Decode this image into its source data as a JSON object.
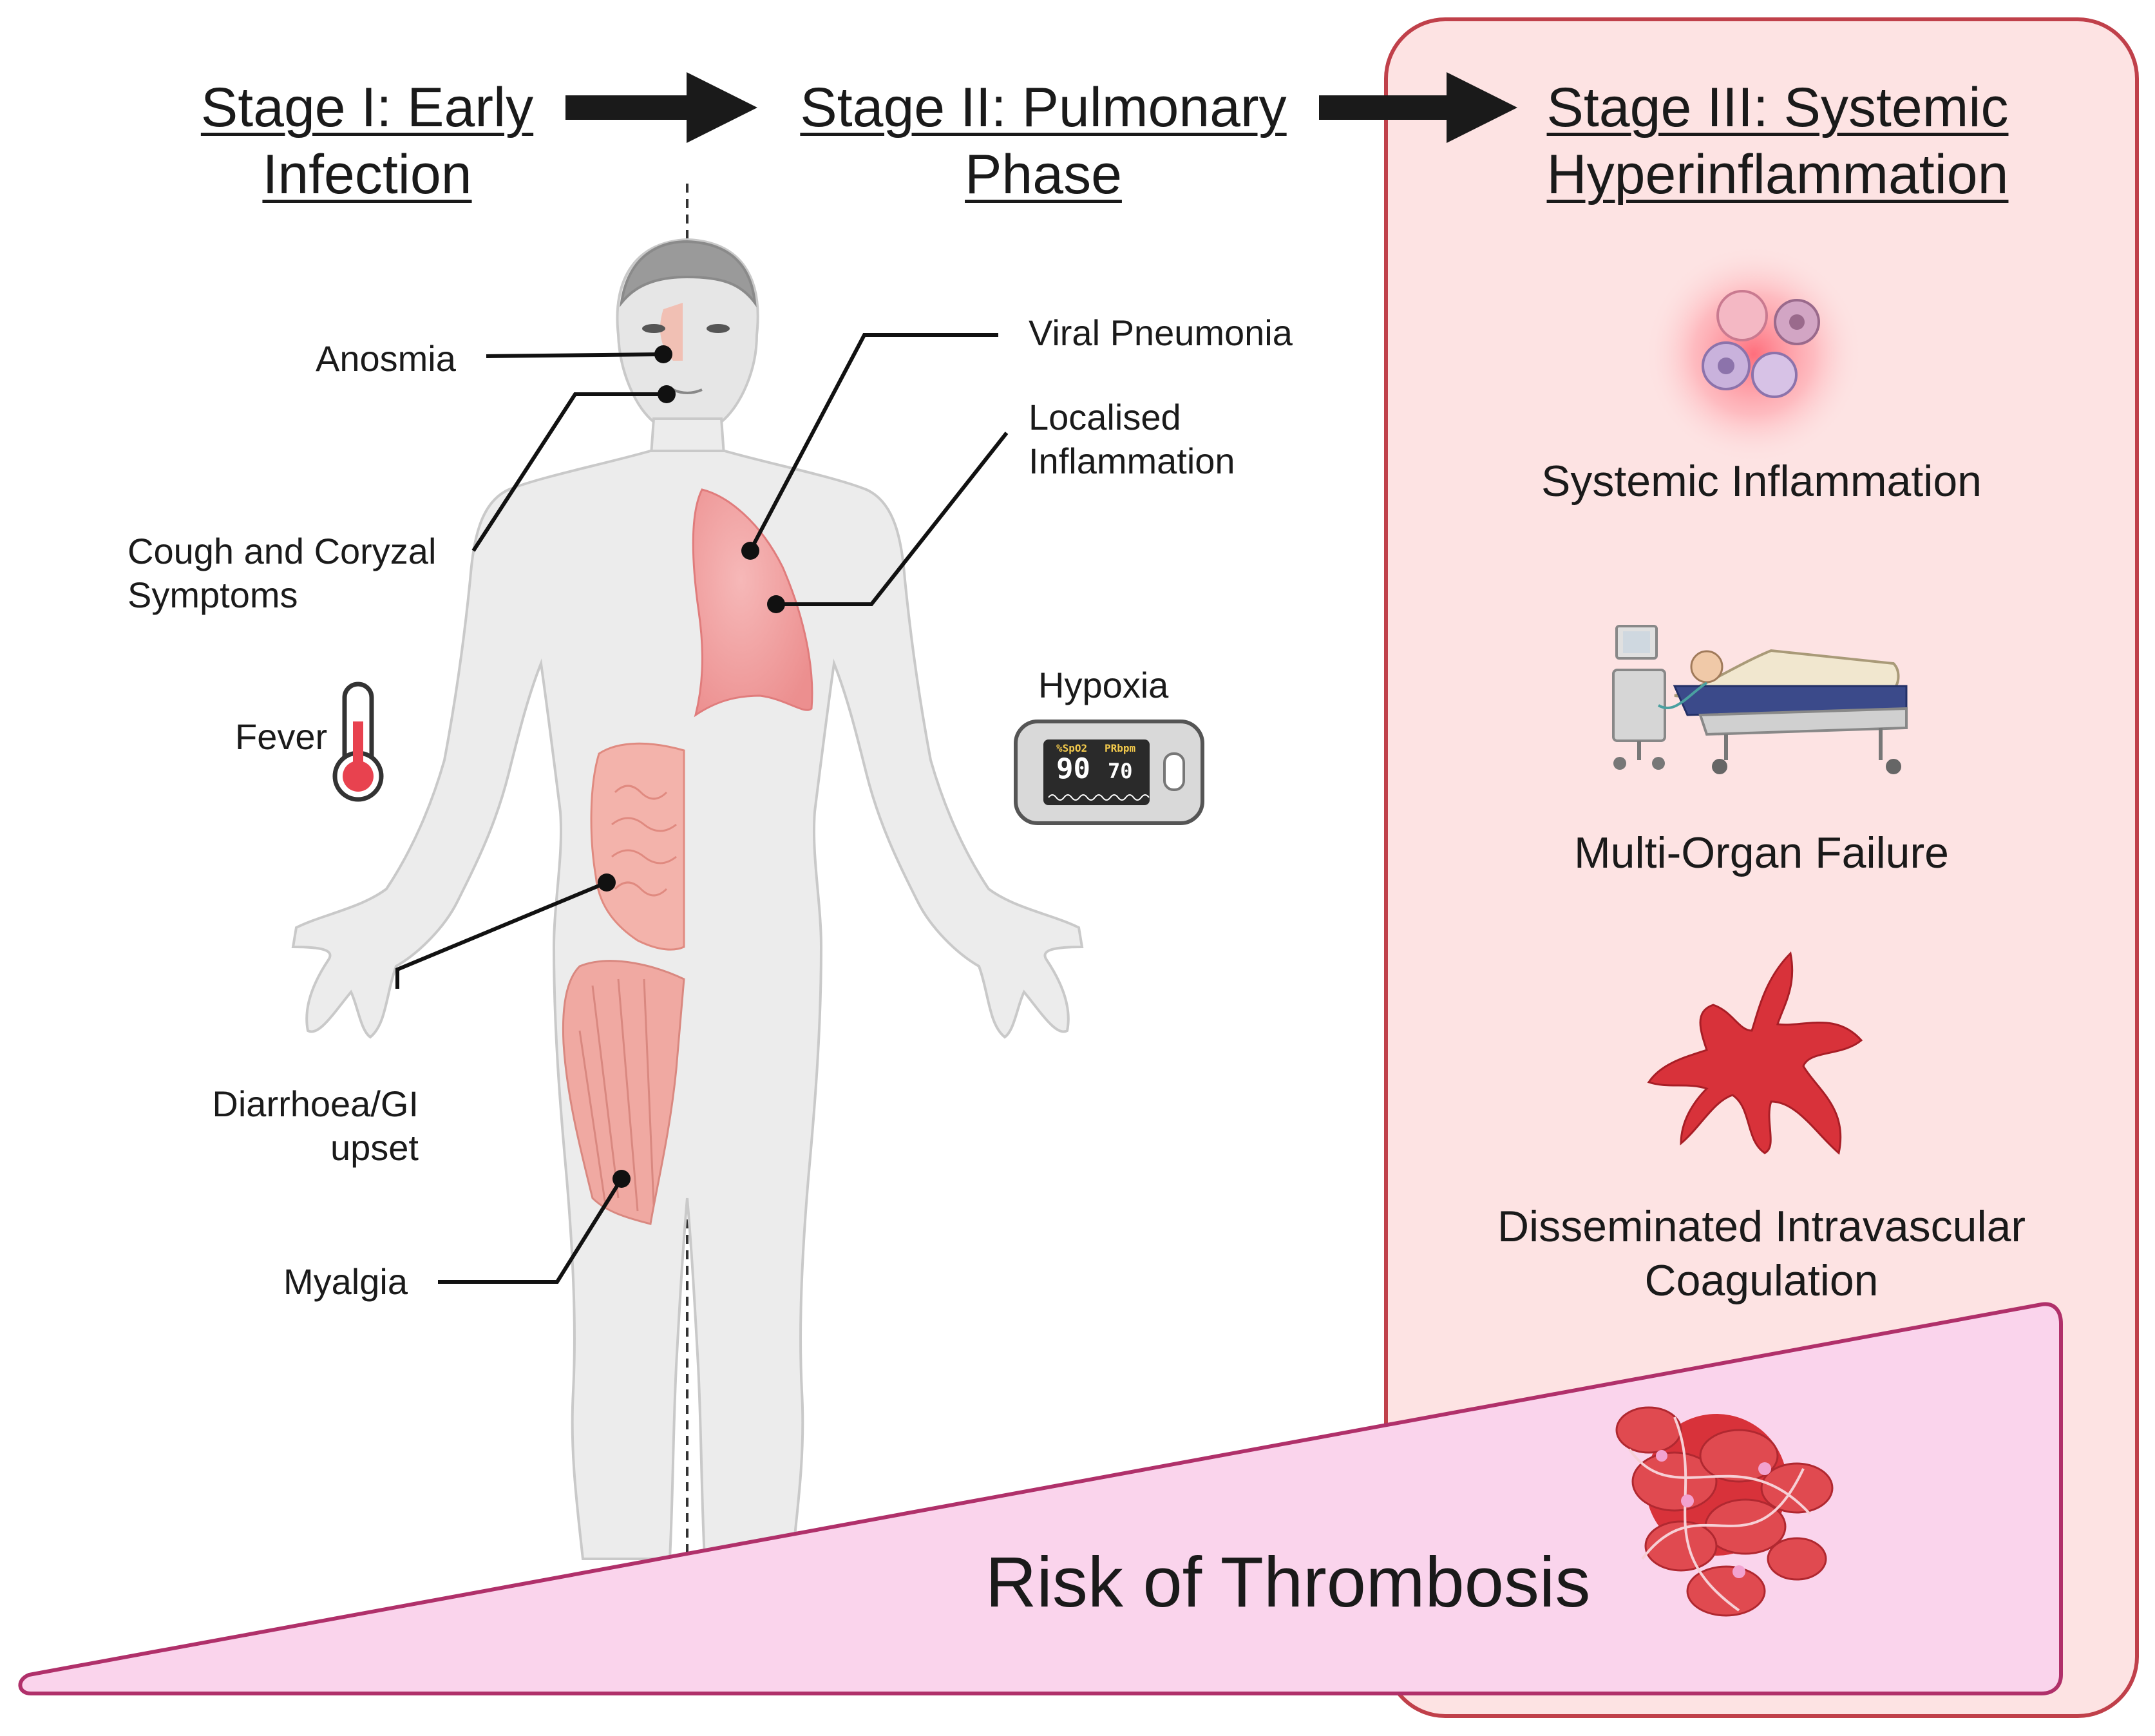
{
  "stages": [
    {
      "line1": "Stage I: Early",
      "line2": "Infection"
    },
    {
      "line1": "Stage II: Pulmonary",
      "line2": "Phase"
    },
    {
      "line1": "Stage III: Systemic",
      "line2": "Hyperinflammation"
    }
  ],
  "stage1_symptoms": {
    "anosmia": "Anosmia",
    "cough_line1": "Cough and Coryzal",
    "cough_line2": "Symptoms",
    "fever": "Fever",
    "gi_line1": "Diarrhoea/GI",
    "gi_line2": "upset",
    "myalgia": "Myalgia"
  },
  "stage2_symptoms": {
    "viral_pneumonia": "Viral Pneumonia",
    "localised_line1": "Localised",
    "localised_line2": "Inflammation",
    "hypoxia": "Hypoxia"
  },
  "oximeter": {
    "spo2_label": "%SpO2",
    "pr_label": "PRbpm",
    "spo2_value": "90",
    "pr_value": "70"
  },
  "stage3_items": {
    "systemic_inflammation": "Systemic Inflammation",
    "multi_organ_failure": "Multi-Organ Failure",
    "dic_line1": "Disseminated Intravascular",
    "dic_line2": "Coagulation"
  },
  "risk_label": "Risk of Thrombosis",
  "colors": {
    "stage3_panel_fill": "#fde3e3",
    "stage3_panel_border": "#c0404a",
    "risk_wedge_fill": "#fad4ec",
    "risk_wedge_border": "#b0306a",
    "arrow": "#1a1a1a",
    "body_fill": "#ececec",
    "lung_fill": "#f3a3a3",
    "muscle_fill": "#f0a9a2",
    "clot_fill": "#d8323a"
  }
}
